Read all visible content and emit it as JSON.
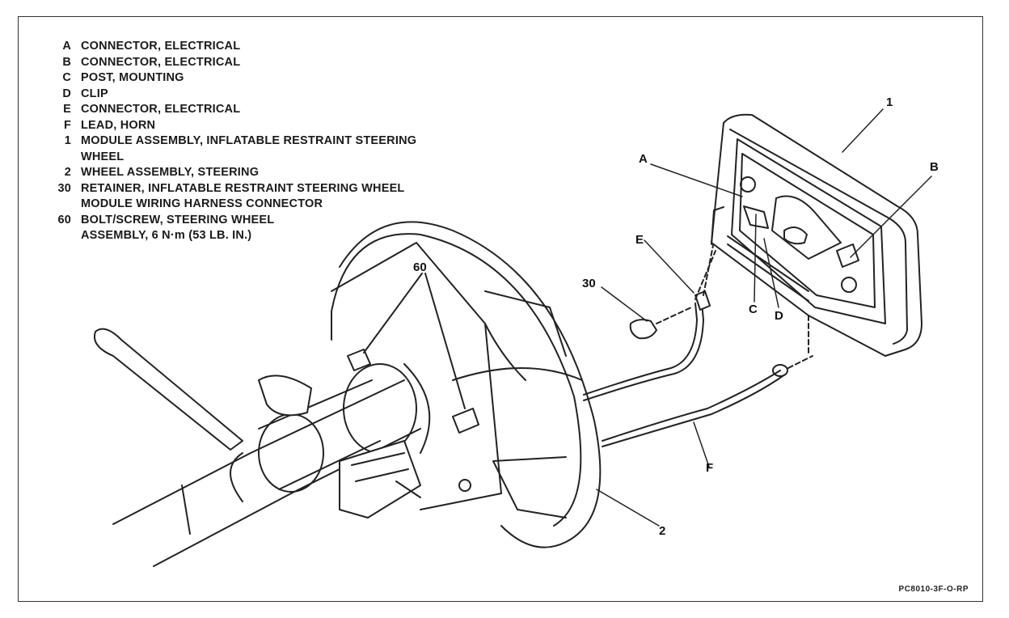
{
  "legend": [
    {
      "key": "A",
      "text": "CONNECTOR, ELECTRICAL"
    },
    {
      "key": "B",
      "text": "CONNECTOR, ELECTRICAL"
    },
    {
      "key": "C",
      "text": "POST, MOUNTING"
    },
    {
      "key": "D",
      "text": "CLIP"
    },
    {
      "key": "E",
      "text": "CONNECTOR, ELECTRICAL"
    },
    {
      "key": "F",
      "text": "LEAD, HORN"
    },
    {
      "key": "1",
      "text": "MODULE ASSEMBLY, INFLATABLE RESTRAINT STEERING",
      "cont": "WHEEL"
    },
    {
      "key": "2",
      "text": "WHEEL ASSEMBLY, STEERING"
    },
    {
      "key": "30",
      "text": "RETAINER, INFLATABLE RESTRAINT STEERING WHEEL",
      "cont": "MODULE WIRING HARNESS CONNECTOR"
    },
    {
      "key": "60",
      "text": "BOLT/SCREW, STEERING WHEEL",
      "cont": "ASSEMBLY, 6 N·m (53 LB. IN.)"
    }
  ],
  "callouts": {
    "c1": "1",
    "cA": "A",
    "cB": "B",
    "cE": "E",
    "c30": "30",
    "c60": "60",
    "cC": "C",
    "cD": "D",
    "cF": "F",
    "c2": "2"
  },
  "figure_code": "PC8010-3F-O-RP"
}
